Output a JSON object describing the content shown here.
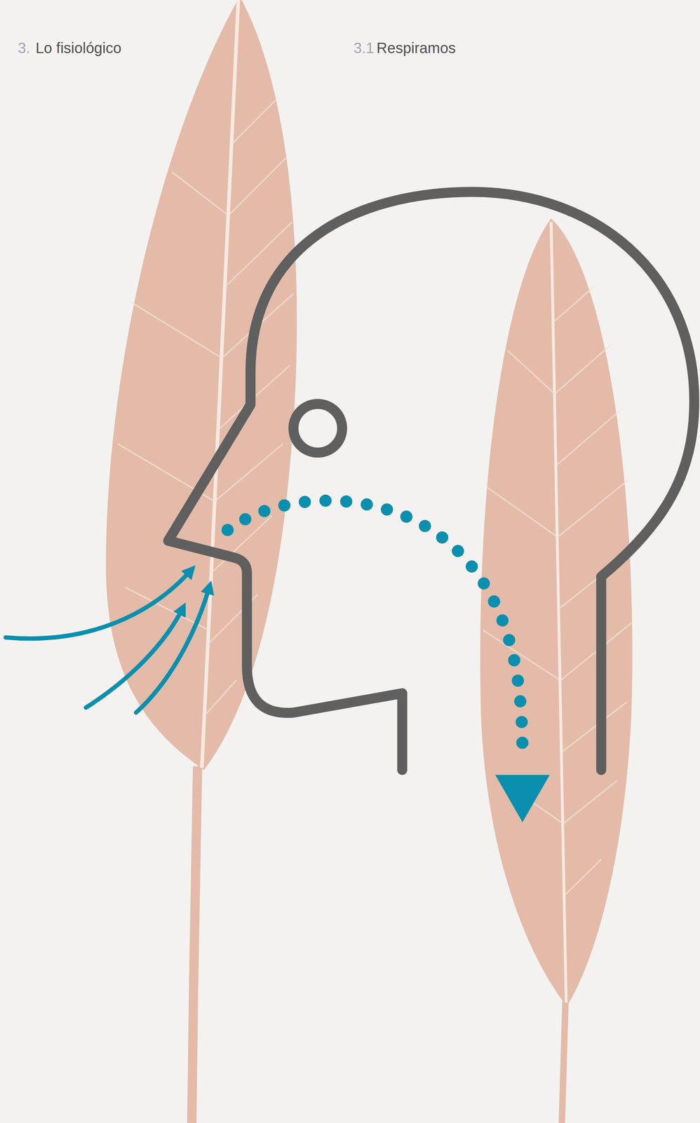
{
  "diagram": {
    "labels": [
      "3.",
      "Lo fisiológico",
      "3.1",
      "Respiramos"
    ]
  }
}
